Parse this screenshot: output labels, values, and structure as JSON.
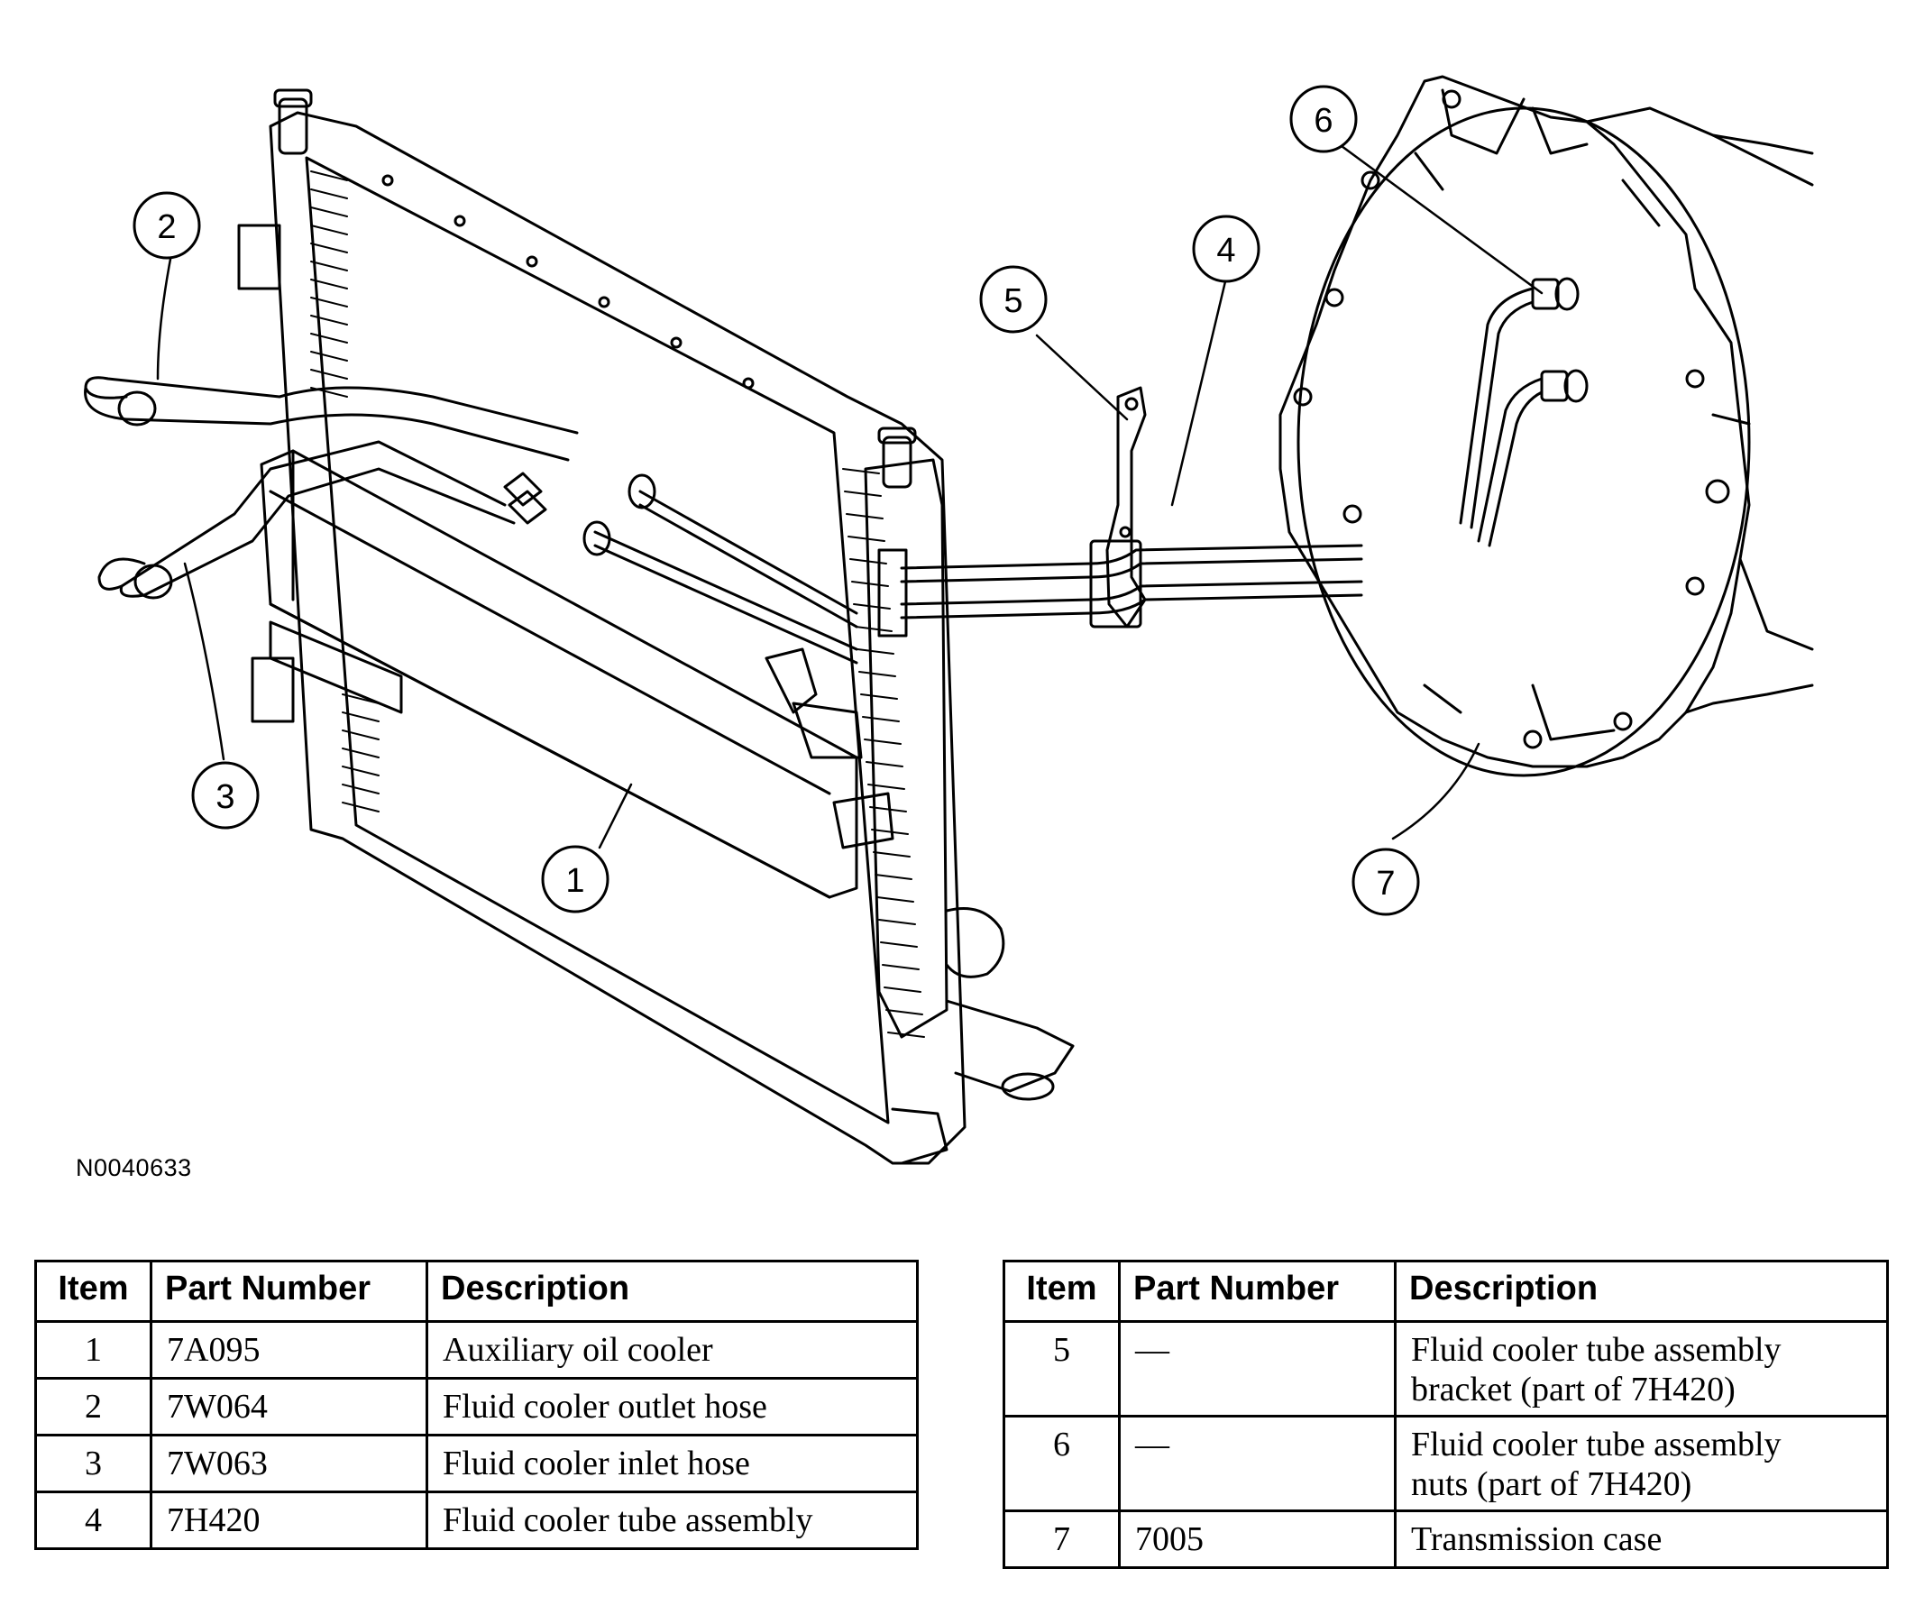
{
  "figure_id": "N0040633",
  "callouts": [
    "1",
    "2",
    "3",
    "4",
    "5",
    "6",
    "7"
  ],
  "headers": {
    "item": "Item",
    "part_number": "Part Number",
    "description": "Description"
  },
  "left_rows": [
    {
      "item": "1",
      "part": "7A095",
      "desc": "Auxiliary oil cooler"
    },
    {
      "item": "2",
      "part": "7W064",
      "desc": "Fluid cooler outlet hose"
    },
    {
      "item": "3",
      "part": "7W063",
      "desc": "Fluid cooler inlet hose"
    },
    {
      "item": "4",
      "part": "7H420",
      "desc": "Fluid cooler tube assembly"
    }
  ],
  "right_rows": [
    {
      "item": "5",
      "part": "—",
      "desc_1": "Fluid cooler tube assembly",
      "desc_2": "bracket (part of 7H420)"
    },
    {
      "item": "6",
      "part": "—",
      "desc_1": "Fluid cooler tube assembly",
      "desc_2": "nuts (part of 7H420)"
    },
    {
      "item": "7",
      "part": "7005",
      "desc_1": "Transmission case",
      "desc_2": ""
    }
  ]
}
